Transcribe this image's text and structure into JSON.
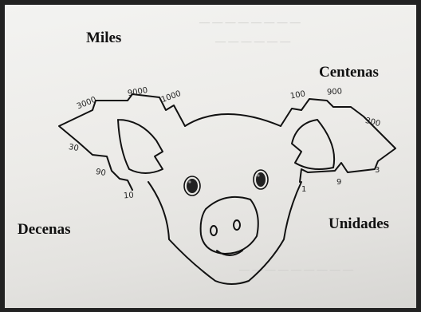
{
  "labels": {
    "miles": "Miles",
    "centenas": "Centenas",
    "decenas": "Decenas",
    "unidades": "Unidades"
  },
  "left_ear_numbers": {
    "n3000": "3000",
    "n9000": "9000",
    "n1000": "1000",
    "n30": "30",
    "n90": "90",
    "n10": "10"
  },
  "right_ear_numbers": {
    "n100": "100",
    "n900": "900",
    "n300": "300",
    "n1": "1",
    "n9": "9",
    "n3": "3"
  },
  "colors": {
    "ink": "#111111",
    "paper": "#eeeeeb"
  }
}
